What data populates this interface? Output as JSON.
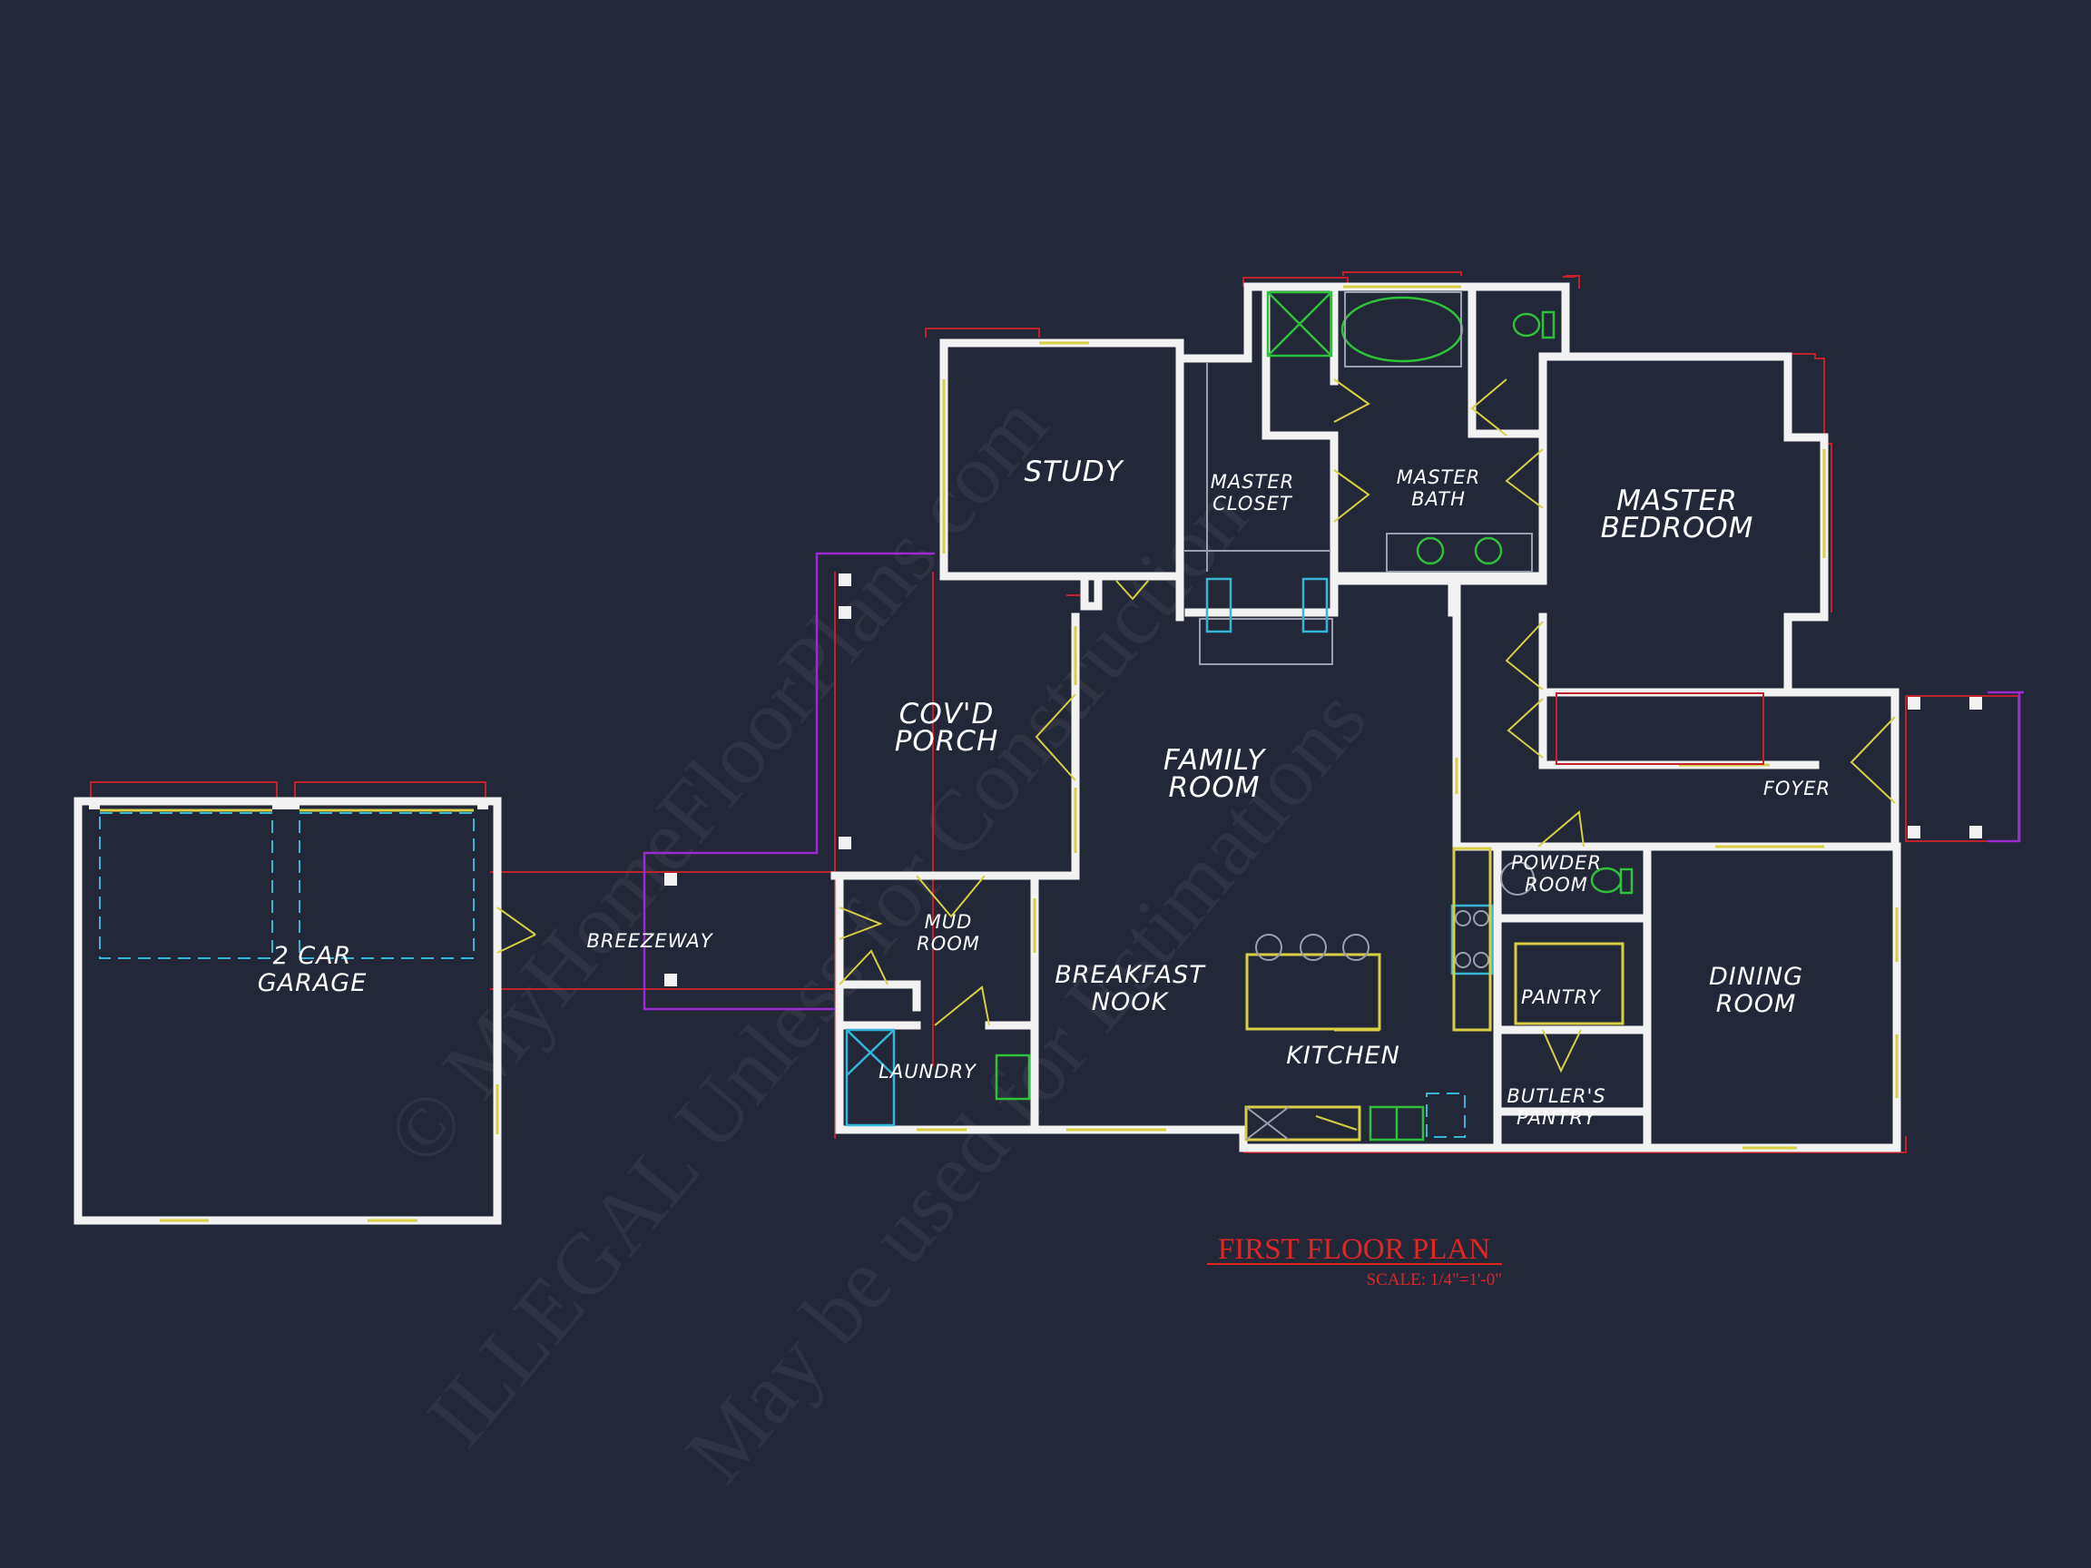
{
  "plan": {
    "title": "FIRST FLOOR PLAN",
    "scale": "SCALE: 1/4\"=1'-0\""
  },
  "rooms": {
    "study": "STUDY",
    "master_closet": [
      "MASTER",
      "CLOSET"
    ],
    "master_bath": [
      "MASTER",
      "BATH"
    ],
    "master_bedroom": [
      "MASTER",
      "BEDROOM"
    ],
    "covd_porch": [
      "COV'D",
      "PORCH"
    ],
    "family_room": [
      "FAMILY",
      "ROOM"
    ],
    "foyer": "FOYER",
    "powder_room": [
      "POWDER",
      "ROOM"
    ],
    "mud_room": [
      "MUD",
      "ROOM"
    ],
    "breakfast_nook": [
      "BREAKFAST",
      "NOOK"
    ],
    "kitchen": "KITCHEN",
    "pantry": "PANTRY",
    "dining_room": [
      "DINING",
      "ROOM"
    ],
    "laundry": "LAUNDRY",
    "butlers_pantry": [
      "BUTLER'S",
      "PANTRY"
    ],
    "breezeway": "BREEZEWAY",
    "garage": [
      "2 CAR",
      "GARAGE"
    ]
  },
  "watermark": {
    "line1": "© MyHomeFloorPlans.com",
    "line2": "ILLEGAL Unless for Construction",
    "line3": "May be used for Estimations"
  },
  "colors": {
    "background": "#232839",
    "walls": "#f2f2f2",
    "title": "#e02525",
    "windows": "#d8cf43",
    "outline": "#c2202a",
    "breezeway_path": "#9a2bd1",
    "fixtures_green": "#2fc13c",
    "fixtures_cyan": "#35b6d6"
  }
}
